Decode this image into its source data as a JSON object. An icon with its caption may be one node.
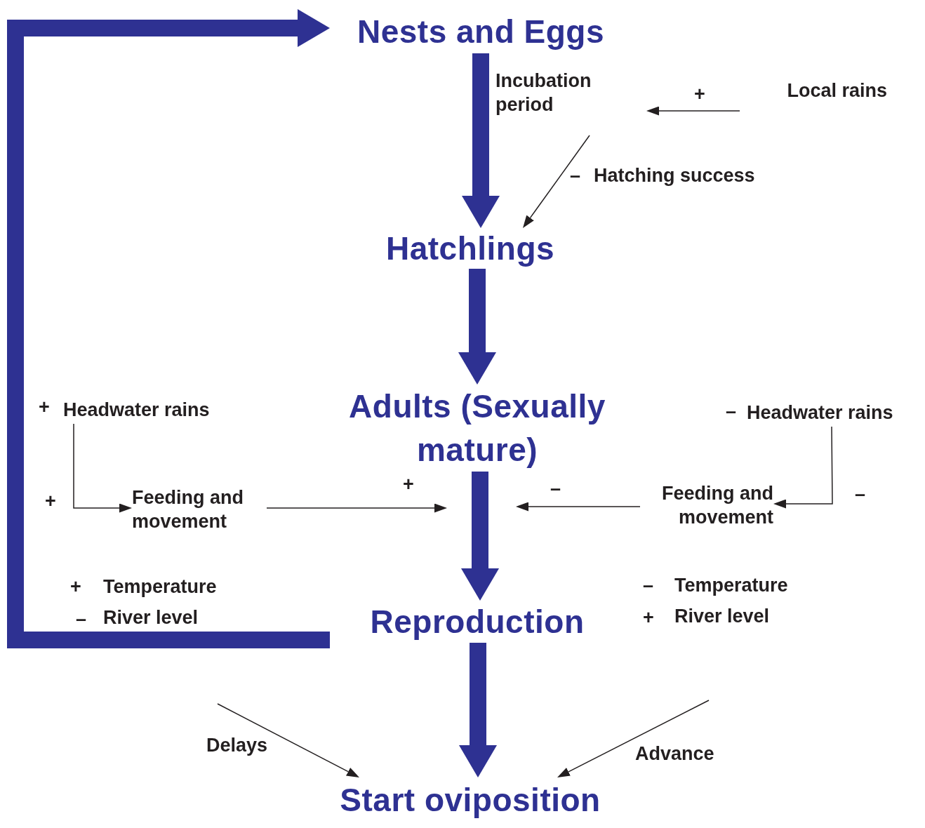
{
  "diagram": {
    "nodes": [
      {
        "text": [
          "Nests and Eggs"
        ]
      },
      {
        "text": [
          "Incubation period"
        ]
      },
      {
        "text": [
          "Local rains"
        ]
      },
      {
        "text": [
          "Hatchlings"
        ]
      },
      {
        "text": [
          "Adults (Sexually mature)"
        ]
      },
      {
        "text": [
          "Headwater rains"
        ]
      },
      {
        "text": [
          "Feeding and movement"
        ]
      },
      {
        "text": [
          "Headwater rains"
        ]
      },
      {
        "text": [
          "Feeding and movement"
        ]
      },
      {
        "text": [
          "Reproduction"
        ]
      },
      {
        "text": [
          "Start oviposition"
        ]
      }
    ],
    "edges": [
      {
        "from": 0,
        "to": 3,
        "arrow": "to",
        "style": "thick",
        "color": "#2e3192"
      },
      {
        "from": 2,
        "to": 1,
        "arrow": "to",
        "label": "+"
      },
      {
        "from": null,
        "to": 3,
        "arrow": "to"
      },
      {
        "from": 3,
        "to": 4,
        "arrow": "to",
        "style": "thick",
        "color": "#2e3192"
      },
      {
        "from": 5,
        "to": 6,
        "arrow": "to",
        "label": "+"
      },
      {
        "from": 6,
        "to": null,
        "arrow": "to",
        "label": "+"
      },
      {
        "from": 7,
        "to": 8,
        "arrow": "to",
        "label": "–"
      },
      {
        "from": 8,
        "to": null,
        "arrow": "to",
        "label": "–"
      },
      {
        "from": 4,
        "to": 9,
        "arrow": "to",
        "style": "thick",
        "color": "#2e3192"
      },
      {
        "from": 9,
        "to": 10,
        "arrow": "to",
        "style": "thick",
        "color": "#2e3192"
      },
      {
        "from": 9,
        "to": 0,
        "arrow": "to",
        "style": "thick",
        "color": "#2e3192"
      },
      {
        "from": null,
        "to": 10,
        "arrow": "to",
        "label": "Delays"
      },
      {
        "from": null,
        "to": 10,
        "arrow": "to",
        "label": "Advance"
      }
    ],
    "labels": [
      "–",
      "Hatching success",
      "+",
      "–",
      "+",
      "Temperature",
      "–",
      "Temperature",
      "–",
      "River level",
      "+",
      "River level"
    ]
  }
}
